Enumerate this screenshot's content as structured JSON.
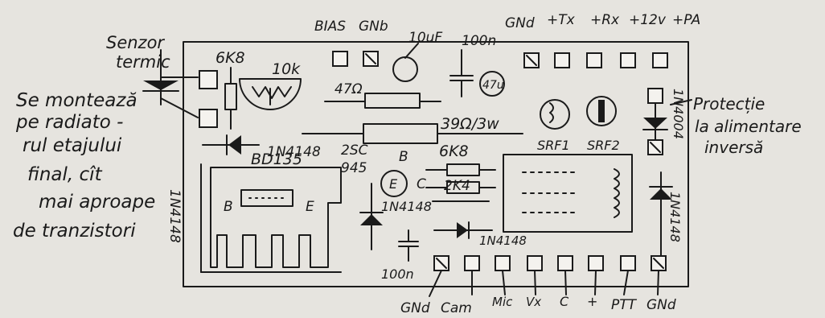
{
  "annotations": {
    "mount_note": [
      "Se montează",
      "pe radiato -",
      "rul etajului",
      "final, cît",
      "mai aproape",
      "de tranzistori"
    ],
    "sensor": [
      "Senzor",
      "termic"
    ],
    "protection": [
      "Protecție",
      "la alimentare",
      "inversă"
    ]
  },
  "pads_top": [
    "BIAS",
    "GNb",
    "GNd",
    "+Tx",
    "+Rx",
    "+12v",
    "+PA"
  ],
  "pads_bottom": [
    "GNd",
    "Cam",
    "Mic",
    "Vx",
    "C",
    "+",
    "PTT",
    "GNd"
  ],
  "components": {
    "r_6k8_left": "6K8",
    "pot_10k": "10k",
    "cap_10uF": "10uF",
    "cap_100n_top": "100n",
    "cap_47u": "47u",
    "r_47": "47Ω",
    "r_39": "39Ω/3w",
    "diode_left": "1N4148",
    "transistor_2sc": [
      "2SC",
      "945"
    ],
    "tr_b": "B",
    "tr_c": "C",
    "tr_e": "E",
    "r_6k8_mid": "6K8",
    "r_2k4": "2K4",
    "bd135": "BD135",
    "bd_b": "B",
    "bd_e": "E",
    "diode_mid": "1N4148",
    "diode_mid2": "1N4148",
    "cap_100n_bottom": "100n",
    "srf1": "SRF1",
    "srf2": "SRF2",
    "diode_right_top": "1N4004",
    "diode_right_bottom": "1N4148",
    "diode_far_left": "1N4148"
  }
}
